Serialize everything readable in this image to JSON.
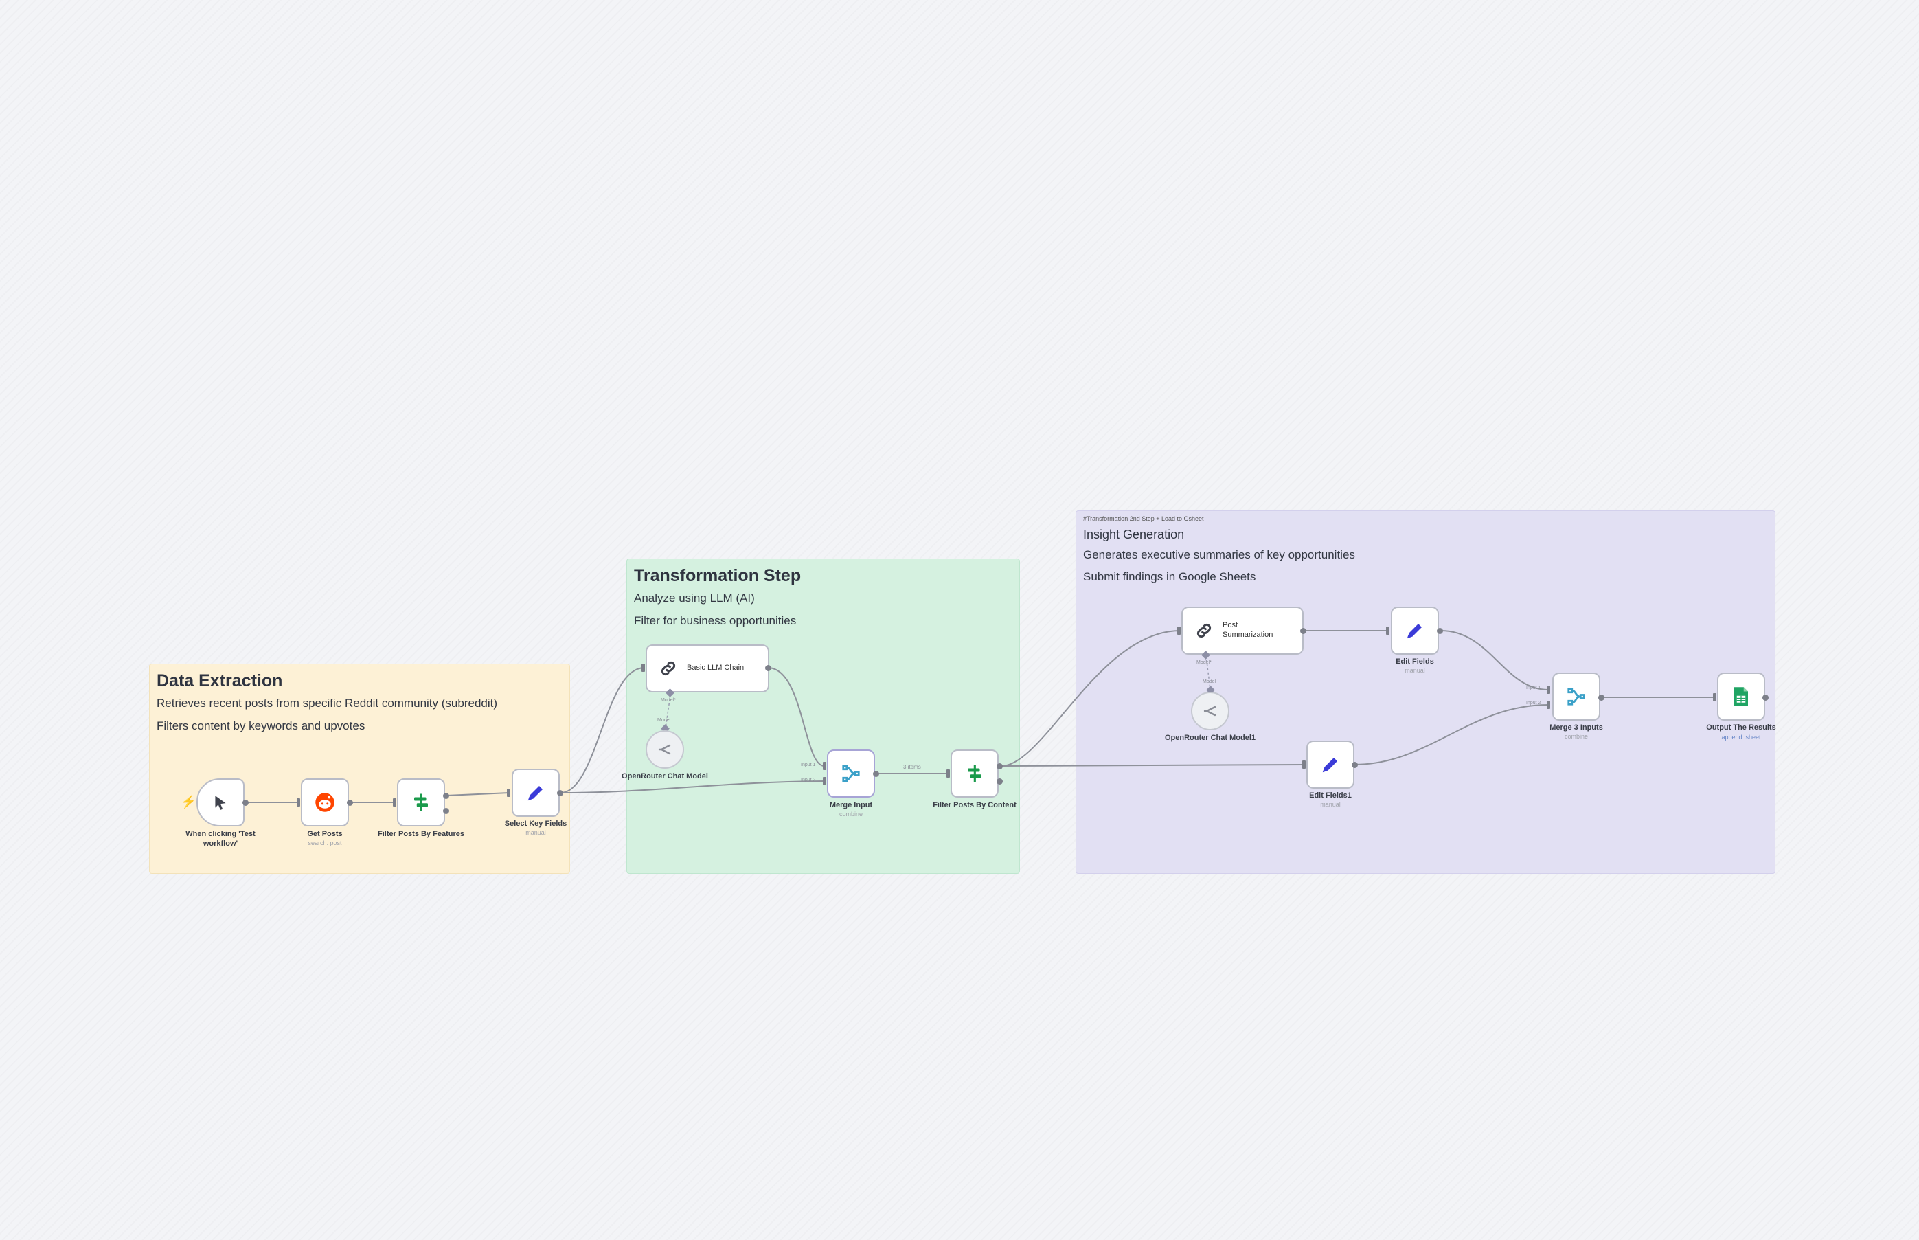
{
  "notes": {
    "extraction": {
      "title": "Data Extraction",
      "line1": "Retrieves recent posts from specific Reddit community (subreddit)",
      "line2": "Filters content by keywords and upvotes",
      "color": "#fdf1d6"
    },
    "transformation": {
      "title": "Transformation Step",
      "line1": "Analyze using LLM (AI)",
      "line2": "Filter for business opportunities",
      "color": "#d5f1e0"
    },
    "insight": {
      "heading_small": "#Transformation 2nd Step + Load to Gsheet",
      "title": "Insight Generation",
      "line1": "Generates executive summaries of key opportunities",
      "line2": "Submit findings in Google Sheets",
      "color": "#e2e0f3"
    }
  },
  "nodes": {
    "trigger": {
      "label": "When clicking 'Test workflow'",
      "icon": "cursor-icon"
    },
    "get_posts": {
      "label": "Get Posts",
      "sub": "search: post",
      "icon": "reddit-icon"
    },
    "filter_features": {
      "label": "Filter Posts By Features",
      "icon": "filter-icon"
    },
    "select_fields": {
      "label": "Select Key Fields",
      "sub": "manual",
      "icon": "pencil-icon"
    },
    "basic_llm": {
      "label": "Basic LLM Chain",
      "icon": "chain-icon"
    },
    "openrouter1": {
      "label": "OpenRouter Chat Model",
      "icon": "openrouter-icon"
    },
    "merge_input": {
      "label": "Merge Input",
      "sub": "combine",
      "icon": "merge-icon"
    },
    "filter_content": {
      "label": "Filter Posts By Content",
      "icon": "filter-icon"
    },
    "post_summarization": {
      "label": "Post Summarization",
      "icon": "chain-icon"
    },
    "openrouter2": {
      "label": "OpenRouter Chat Model1",
      "icon": "openrouter-icon"
    },
    "edit_fields": {
      "label": "Edit Fields",
      "sub": "manual",
      "icon": "pencil-icon"
    },
    "edit_fields1": {
      "label": "Edit Fields1",
      "sub": "manual",
      "icon": "pencil-icon"
    },
    "merge3": {
      "label": "Merge 3 Inputs",
      "sub": "combine",
      "icon": "merge-icon"
    },
    "output": {
      "label": "Output The Results",
      "sub": "append: sheet",
      "icon": "sheets-icon"
    }
  },
  "edge_labels": {
    "items": "3 items",
    "input1": "Input 1",
    "input2": "Input 2",
    "model": "Model",
    "model_star": "Model*"
  },
  "colors": {
    "reddit": "#ff4500",
    "filter": "#1a9a4b",
    "pencil": "#3b3bd8",
    "merge": "#3aa0c8",
    "sheets": "#1fa463",
    "trigger_bolt": "#e0453a"
  }
}
